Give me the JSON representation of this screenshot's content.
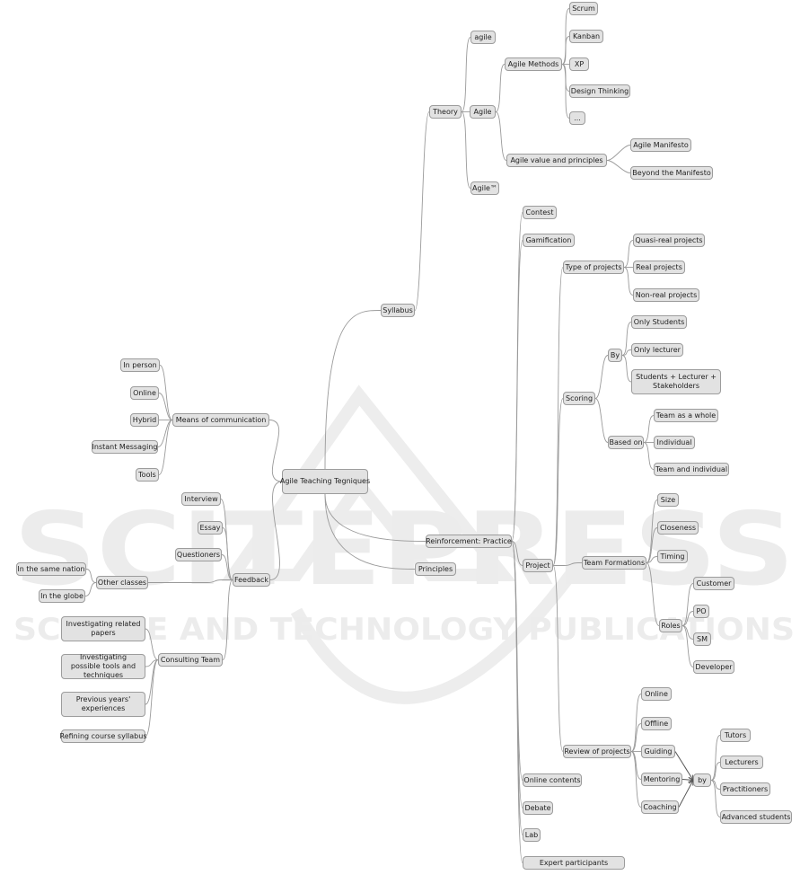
{
  "watermark": {
    "main": "SCITEPRESS",
    "sub": "SCIENCE AND TECHNOLOGY PUBLICATIONS"
  },
  "nodes": [
    {
      "id": "root",
      "label": "Agile Teaching Tegniques",
      "cls": "root"
    },
    {
      "id": "syllabus",
      "label": "Syllabus"
    },
    {
      "id": "theory",
      "label": "Theory"
    },
    {
      "id": "agile1",
      "label": "agile"
    },
    {
      "id": "agile2",
      "label": "Agile"
    },
    {
      "id": "agiletm",
      "label": "Agile™"
    },
    {
      "id": "methods",
      "label": "Agile Methods"
    },
    {
      "id": "scrum",
      "label": "Scrum"
    },
    {
      "id": "kanban",
      "label": "Kanban"
    },
    {
      "id": "xp",
      "label": "XP"
    },
    {
      "id": "design",
      "label": "Design Thinking"
    },
    {
      "id": "dots",
      "label": "..."
    },
    {
      "id": "values",
      "label": "Agile value and principles"
    },
    {
      "id": "manifesto",
      "label": "Agile Manifesto"
    },
    {
      "id": "beyond",
      "label": "Beyond the Manifesto"
    },
    {
      "id": "practice",
      "label": "Reinforcement: Practice"
    },
    {
      "id": "principles",
      "label": "Principles"
    },
    {
      "id": "contest",
      "label": "Contest"
    },
    {
      "id": "gamification",
      "label": "Gamification"
    },
    {
      "id": "project",
      "label": "Project"
    },
    {
      "id": "types",
      "label": "Type of projects"
    },
    {
      "id": "quasi",
      "label": "Quasi-real projects"
    },
    {
      "id": "real",
      "label": "Real projects"
    },
    {
      "id": "nonreal",
      "label": "Non-real projects"
    },
    {
      "id": "scoring",
      "label": "Scoring"
    },
    {
      "id": "by1",
      "label": "By"
    },
    {
      "id": "onlystud",
      "label": "Only Students"
    },
    {
      "id": "onlylect",
      "label": "Only lecturer"
    },
    {
      "id": "slstake",
      "label": "Students + Lecturer + Stakeholders",
      "cls": "wrap"
    },
    {
      "id": "basedon",
      "label": "Based on"
    },
    {
      "id": "teamwhole",
      "label": "Team as a whole"
    },
    {
      "id": "individual",
      "label": "Individual"
    },
    {
      "id": "teamind",
      "label": "Team and individual"
    },
    {
      "id": "teamform",
      "label": "Team Formations"
    },
    {
      "id": "size",
      "label": "Size"
    },
    {
      "id": "closeness",
      "label": "Closeness"
    },
    {
      "id": "timing",
      "label": "Timing"
    },
    {
      "id": "roles",
      "label": "Roles"
    },
    {
      "id": "customer",
      "label": "Customer"
    },
    {
      "id": "po",
      "label": "PO"
    },
    {
      "id": "sm",
      "label": "SM"
    },
    {
      "id": "developer",
      "label": "Developer"
    },
    {
      "id": "review",
      "label": "Review of projects"
    },
    {
      "id": "ronline",
      "label": "Online"
    },
    {
      "id": "roffline",
      "label": "Offline"
    },
    {
      "id": "guiding",
      "label": "Guiding"
    },
    {
      "id": "mentoring",
      "label": "Mentoring"
    },
    {
      "id": "coaching",
      "label": "Coaching"
    },
    {
      "id": "by2",
      "label": "by"
    },
    {
      "id": "tutors",
      "label": "Tutors"
    },
    {
      "id": "lecturers",
      "label": "Lecturers"
    },
    {
      "id": "practitioners",
      "label": "Practitioners"
    },
    {
      "id": "advstud",
      "label": "Advanced students"
    },
    {
      "id": "onlinecontents",
      "label": "Online contents"
    },
    {
      "id": "debate",
      "label": "Debate"
    },
    {
      "id": "lab",
      "label": "Lab"
    },
    {
      "id": "expert",
      "label": "Expert participants"
    },
    {
      "id": "means",
      "label": "Means of communication"
    },
    {
      "id": "inperson",
      "label": "In person"
    },
    {
      "id": "monline",
      "label": "Online"
    },
    {
      "id": "hybrid",
      "label": "Hybrid"
    },
    {
      "id": "instant",
      "label": "Instant Messaging"
    },
    {
      "id": "tools",
      "label": "Tools"
    },
    {
      "id": "feedback",
      "label": "Feedback"
    },
    {
      "id": "interview",
      "label": "Interview"
    },
    {
      "id": "essay",
      "label": "Essay"
    },
    {
      "id": "questioners",
      "label": "Questioners"
    },
    {
      "id": "otherclasses",
      "label": "Other classes"
    },
    {
      "id": "samenation",
      "label": "In the same nation"
    },
    {
      "id": "globe",
      "label": "In the globe"
    },
    {
      "id": "consulting",
      "label": "Consulting Team"
    },
    {
      "id": "investpapers",
      "label": "Investigating related papers",
      "cls": "wrap"
    },
    {
      "id": "investtools",
      "label": "Investigating possible tools and techniques",
      "cls": "wrap"
    },
    {
      "id": "prevyears",
      "label": "Previous years' experiences",
      "cls": "wrap"
    },
    {
      "id": "refining",
      "label": "Refining course syllabus"
    }
  ]
}
